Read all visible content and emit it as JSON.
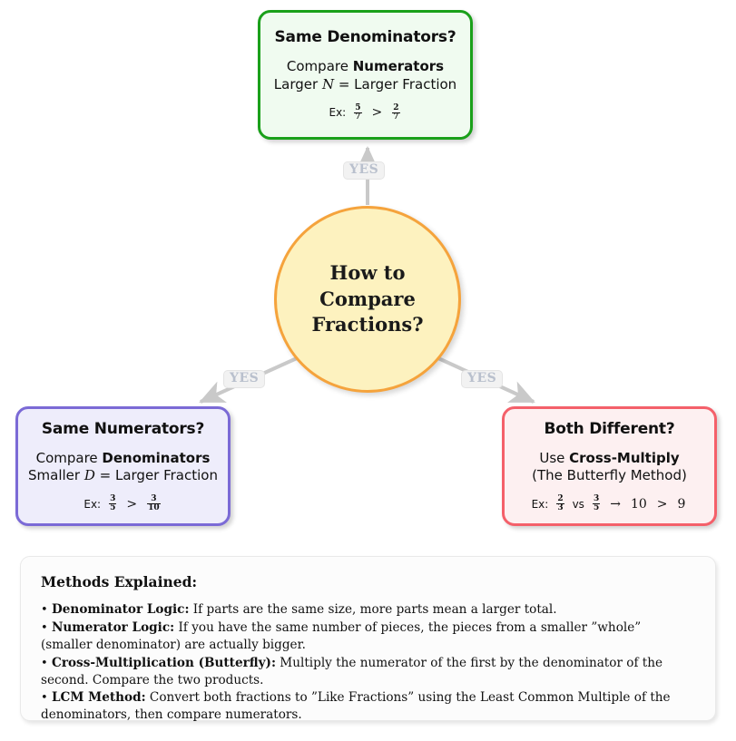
{
  "diagram": {
    "title": "How to Compare Fractions Decision Diagram",
    "root": {
      "label": "How to\nCompare\nFractions?",
      "fill_color": "#fdf2bf",
      "border_color": "#f5a33c"
    },
    "edges": [
      {
        "id": "edge-top",
        "label": "YES",
        "from": "root",
        "to": "same-denominators",
        "color": "#c9c9c9"
      },
      {
        "id": "edge-left",
        "label": "YES",
        "from": "root",
        "to": "same-numerators",
        "color": "#c9c9c9"
      },
      {
        "id": "edge-right",
        "label": "YES",
        "from": "root",
        "to": "both-different",
        "color": "#c9c9c9"
      }
    ],
    "nodes": {
      "same_denominators": {
        "title": "Same Denominators?",
        "action_prefix": "Compare ",
        "action_bold": "Numerators",
        "rule_prefix": "Larger ",
        "rule_symbol": "N",
        "rule_suffix": " = Larger Fraction",
        "example_label": "Ex:",
        "example_left_num": "5",
        "example_left_den": "7",
        "example_operator": ">",
        "example_right_num": "2",
        "example_right_den": "7",
        "border_color": "#1aa01a",
        "fill_color": "#f0fbf0"
      },
      "same_numerators": {
        "title": "Same Numerators?",
        "action_prefix": "Compare ",
        "action_bold": "Denominators",
        "rule_prefix": "Smaller ",
        "rule_symbol": "D",
        "rule_suffix": " = Larger Fraction",
        "example_label": "Ex:",
        "example_left_num": "3",
        "example_left_den": "5",
        "example_operator": ">",
        "example_right_num": "3",
        "example_right_den": "10",
        "border_color": "#7b6ad6",
        "fill_color": "#eeedfb"
      },
      "both_different": {
        "title": "Both Different?",
        "action_prefix": "Use ",
        "action_bold": "Cross-Multiply",
        "rule_line": "(The Butterfly Method)",
        "example_label": "Ex:",
        "example_left_num": "2",
        "example_left_den": "3",
        "example_vs": "vs",
        "example_right_num": "3",
        "example_right_den": "5",
        "example_arrow": "→",
        "example_result_left": "10",
        "example_result_operator": ">",
        "example_result_right": "9",
        "border_color": "#f4606a",
        "fill_color": "#fdf0f1"
      }
    }
  },
  "methods_panel": {
    "title": "Methods Explained:",
    "items": [
      {
        "bullet": "•",
        "name": "Denominator Logic:",
        "text": " If parts are the same size, more parts mean a larger total."
      },
      {
        "bullet": "•",
        "name": "Numerator Logic:",
        "text": " If you have the same number of pieces, the pieces from a smaller ”whole” (smaller denominator) are actually bigger."
      },
      {
        "bullet": "•",
        "name": "Cross-Multiplication (Butterfly):",
        "text": " Multiply the numerator of the first by the denominator of the second.  Compare the two products."
      },
      {
        "bullet": "•",
        "name": "LCM Method:",
        "text": " Convert both fractions to ”Like Fractions” using the Least Common Multiple of the denominators, then compare numerators."
      }
    ]
  }
}
